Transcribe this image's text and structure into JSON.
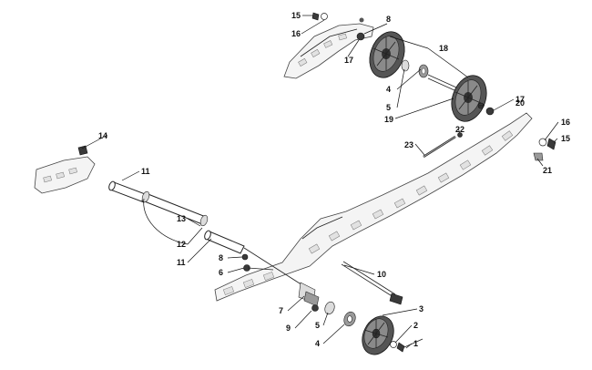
{
  "callouts": [
    {
      "id": "15a",
      "text": "15"
    },
    {
      "id": "16a",
      "text": "16"
    },
    {
      "id": "8a",
      "text": "8"
    },
    {
      "id": "17a",
      "text": "17"
    },
    {
      "id": "18",
      "text": "18"
    },
    {
      "id": "4a",
      "text": "4"
    },
    {
      "id": "5a",
      "text": "5"
    },
    {
      "id": "20",
      "text": "20"
    },
    {
      "id": "17b",
      "text": "17"
    },
    {
      "id": "19",
      "text": "19"
    },
    {
      "id": "16b",
      "text": "16"
    },
    {
      "id": "22",
      "text": "22"
    },
    {
      "id": "15b",
      "text": "15"
    },
    {
      "id": "23",
      "text": "23"
    },
    {
      "id": "21",
      "text": "21"
    },
    {
      "id": "14",
      "text": "14"
    },
    {
      "id": "11a",
      "text": "11"
    },
    {
      "id": "13",
      "text": "13"
    },
    {
      "id": "12",
      "text": "12"
    },
    {
      "id": "11b",
      "text": "11"
    },
    {
      "id": "8b",
      "text": "8"
    },
    {
      "id": "6",
      "text": "6"
    },
    {
      "id": "10",
      "text": "10"
    },
    {
      "id": "7",
      "text": "7"
    },
    {
      "id": "3",
      "text": "3"
    },
    {
      "id": "9",
      "text": "9"
    },
    {
      "id": "5b",
      "text": "5"
    },
    {
      "id": "2",
      "text": "2"
    },
    {
      "id": "4b",
      "text": "4"
    },
    {
      "id": "1",
      "text": "1"
    }
  ]
}
